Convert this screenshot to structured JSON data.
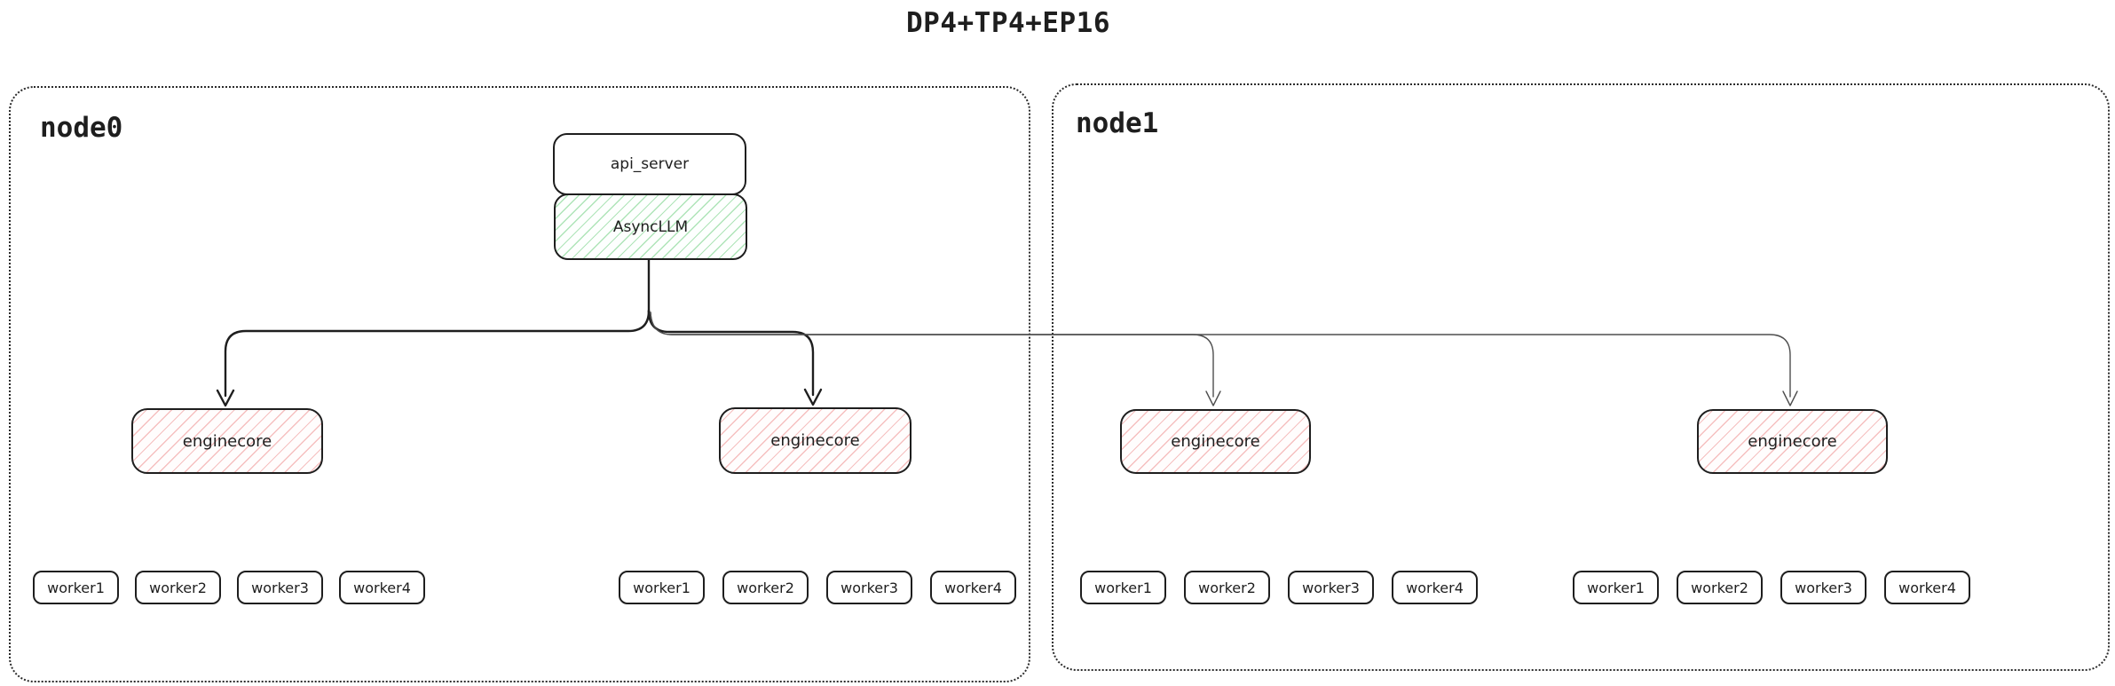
{
  "title": "DP4+TP4+EP16",
  "colors": {
    "ink": "#1e1e1e",
    "green_hatch": "#40c057",
    "red_hatch": "#e03131",
    "thin_arrow": "#4e4e4e"
  },
  "nodes": [
    {
      "label": "node0",
      "api_server_label": "api_server",
      "asyncllm_label": "AsyncLLM",
      "enginecores": [
        {
          "label": "enginecore",
          "workers": [
            "worker1",
            "worker2",
            "worker3",
            "worker4"
          ]
        },
        {
          "label": "enginecore",
          "workers": [
            "worker1",
            "worker2",
            "worker3",
            "worker4"
          ]
        }
      ]
    },
    {
      "label": "node1",
      "enginecores": [
        {
          "label": "enginecore",
          "workers": [
            "worker1",
            "worker2",
            "worker3",
            "worker4"
          ]
        },
        {
          "label": "enginecore",
          "workers": [
            "worker1",
            "worker2",
            "worker3",
            "worker4"
          ]
        }
      ]
    }
  ]
}
